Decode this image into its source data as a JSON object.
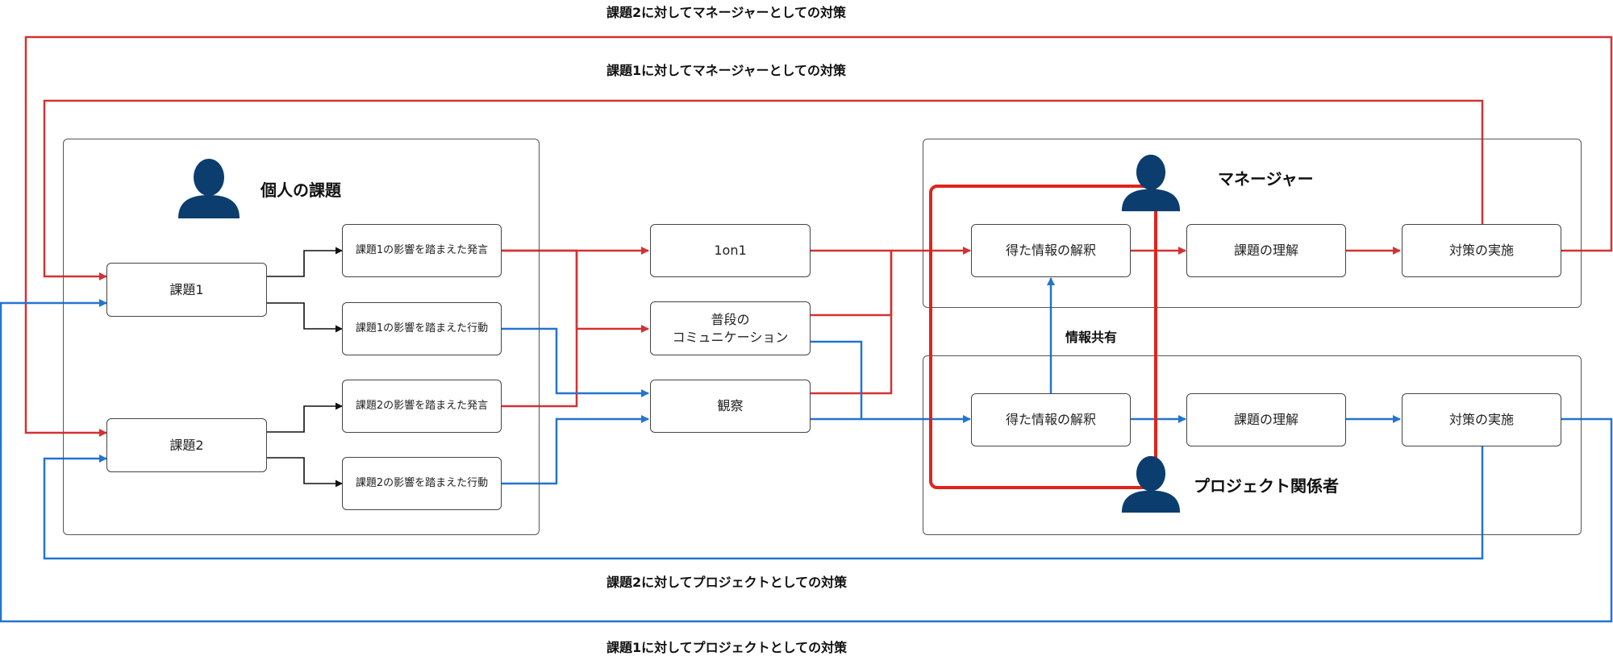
{
  "title_top_1": "課題2に対してマネージャーとしての対策",
  "title_top_2": "課題1に対してマネージャーとしての対策",
  "title_bottom_1": "課題2に対してプロジェクトとしての対策",
  "title_bottom_2": "課題1に対してプロジェクトとしての対策",
  "individual": {
    "title": "個人の課題",
    "issue1": "課題1",
    "issue2": "課題2",
    "speech1": "課題1の影響を踏まえた発言",
    "action1": "課題1の影響を踏まえた行動",
    "speech2": "課題2の影響を踏まえた発言",
    "action2": "課題2の影響を踏まえた行動"
  },
  "channels": {
    "one_on_one": "1on1",
    "daily_comm": "普段の\nコミュニケーション",
    "observation": "観察"
  },
  "manager": {
    "title": "マネージャー",
    "interpret": "得た情報の解釈",
    "understand": "課題の理解",
    "implement": "対策の実施"
  },
  "stakeholder": {
    "title": "プロジェクト関係者",
    "interpret": "得た情報の解釈",
    "understand": "課題の理解",
    "implement": "対策の実施"
  },
  "info_share": "情報共有",
  "colors": {
    "red": "#d23232",
    "blue": "#2374d0",
    "black": "#111111",
    "person": "#0b3d6e",
    "highlight": "#e0231b"
  }
}
